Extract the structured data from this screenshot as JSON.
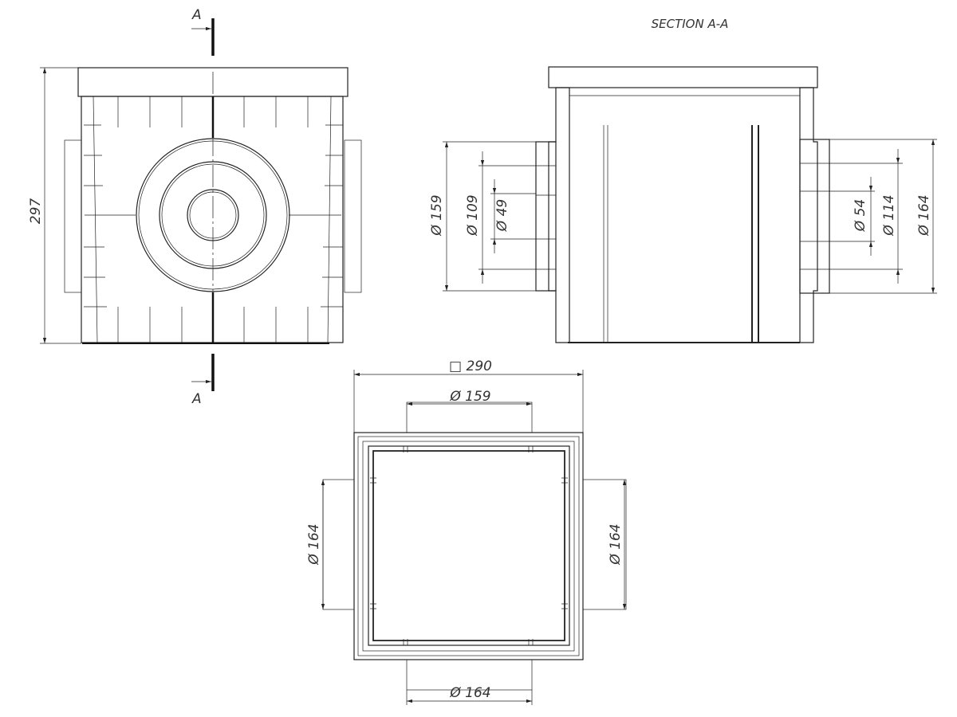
{
  "section_marker": "A",
  "section_title": "SECTION A-A",
  "front_view": {
    "height_dim": "297"
  },
  "section_view": {
    "left_dims": [
      "Ø 159",
      "Ø 109",
      "Ø 49"
    ],
    "right_dims": [
      "Ø 54",
      "Ø 114",
      "Ø 164"
    ]
  },
  "top_view": {
    "width_dim": "□ 290",
    "top_pipe_dim": "Ø 159",
    "bottom_pipe_dim": "Ø 164",
    "left_pipe_dim": "Ø 164",
    "right_pipe_dim": "Ø 164"
  }
}
